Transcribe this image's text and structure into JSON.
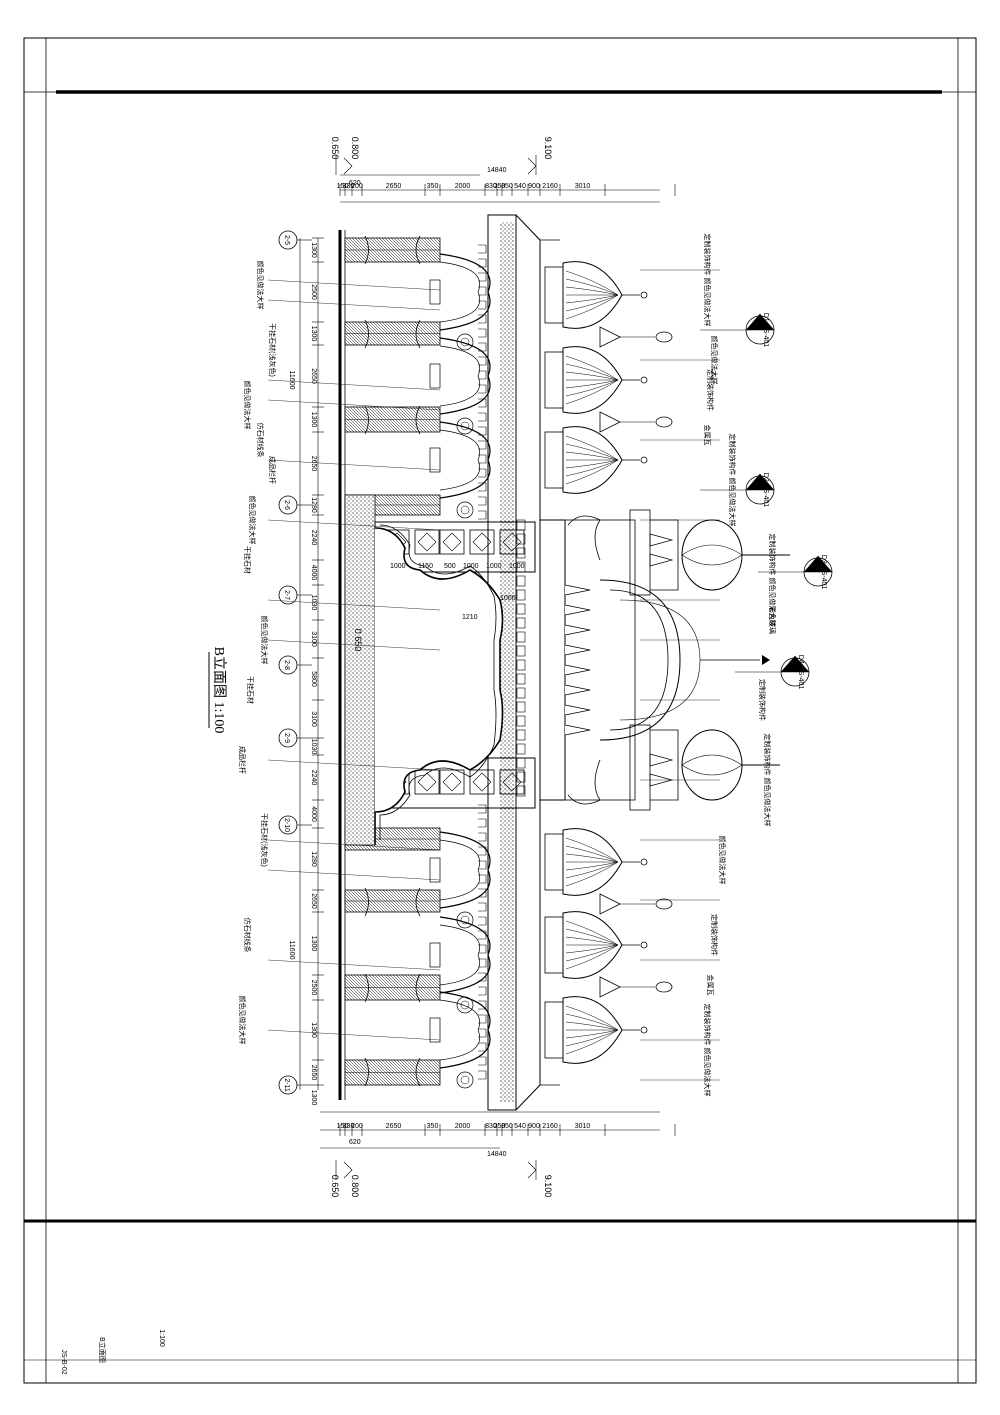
{
  "drawing": {
    "title": "B立面图 1:100",
    "elevation_marks": [
      "0.650",
      "0.800",
      "9.100"
    ],
    "level_mark_center": "0.650",
    "top_dimensions": {
      "overall": "14840",
      "sub_620": "620",
      "segments": [
        "150",
        "330",
        "200",
        "2650",
        "350",
        "2000",
        "830",
        "250",
        "850",
        "540",
        "900",
        "2160",
        "3010"
      ]
    },
    "bottom_dimensions": {
      "overall": "14840",
      "sub_620": "620",
      "segments": [
        "150",
        "330",
        "200",
        "2650",
        "350",
        "2000",
        "830",
        "250",
        "850",
        "540",
        "900",
        "2160",
        "3010"
      ]
    },
    "left_grid_dimensions": [
      "1300",
      "2500",
      "1300",
      "2650",
      "1300",
      "2650",
      "1280",
      "2240",
      "4000",
      "1030",
      "3100",
      "5800",
      "3100",
      "1030",
      "2240",
      "4000",
      "1280",
      "2650",
      "1300",
      "2500",
      "1300",
      "2650",
      "1300"
    ],
    "left_group_dims": [
      "11600",
      "11600"
    ],
    "axis_labels": [
      "2-5",
      "2-6",
      "2-7",
      "2-8",
      "2-9",
      "2-10",
      "2-11"
    ],
    "panel_dims": [
      "1000",
      "1150",
      "500",
      "1000",
      "1000",
      "1000"
    ],
    "arch_dims": [
      "1210",
      "1000"
    ],
    "annotations_left": [
      "颜色见做法大样",
      "干挂石材(浅灰色)",
      "颜色见做法大样",
      "仿石材线条",
      "成品栏杆",
      "颜色见做法大样",
      "干挂石材",
      "颜色见做法大样",
      "干挂石材",
      "成品栏杆",
      "干挂石材(浅灰色)",
      "仿石材线条",
      "颜色见做法大样"
    ],
    "annotations_right": [
      "定制装饰构件 颜色见做法大样",
      "颜色见做法大样",
      "定制装饰构件",
      "金属瓦",
      "定制装饰构件 颜色见做法大样",
      "定制装饰构件 颜色见做法大样",
      "彩色玻璃",
      "定制装饰构件",
      "定制装饰构件 颜色见做法大样",
      "颜色见做法大样",
      "定制装饰构件",
      "金属瓦",
      "定制装饰构件 颜色见做法大样"
    ],
    "detail_callouts": [
      "D1 DS-401",
      "D2 DS-401",
      "D3 DS-401",
      "D4 DS-401"
    ]
  },
  "title_block": {
    "scale": "1:100",
    "drawing_name": "B立面图",
    "drawing_no": "JS-B-02"
  }
}
